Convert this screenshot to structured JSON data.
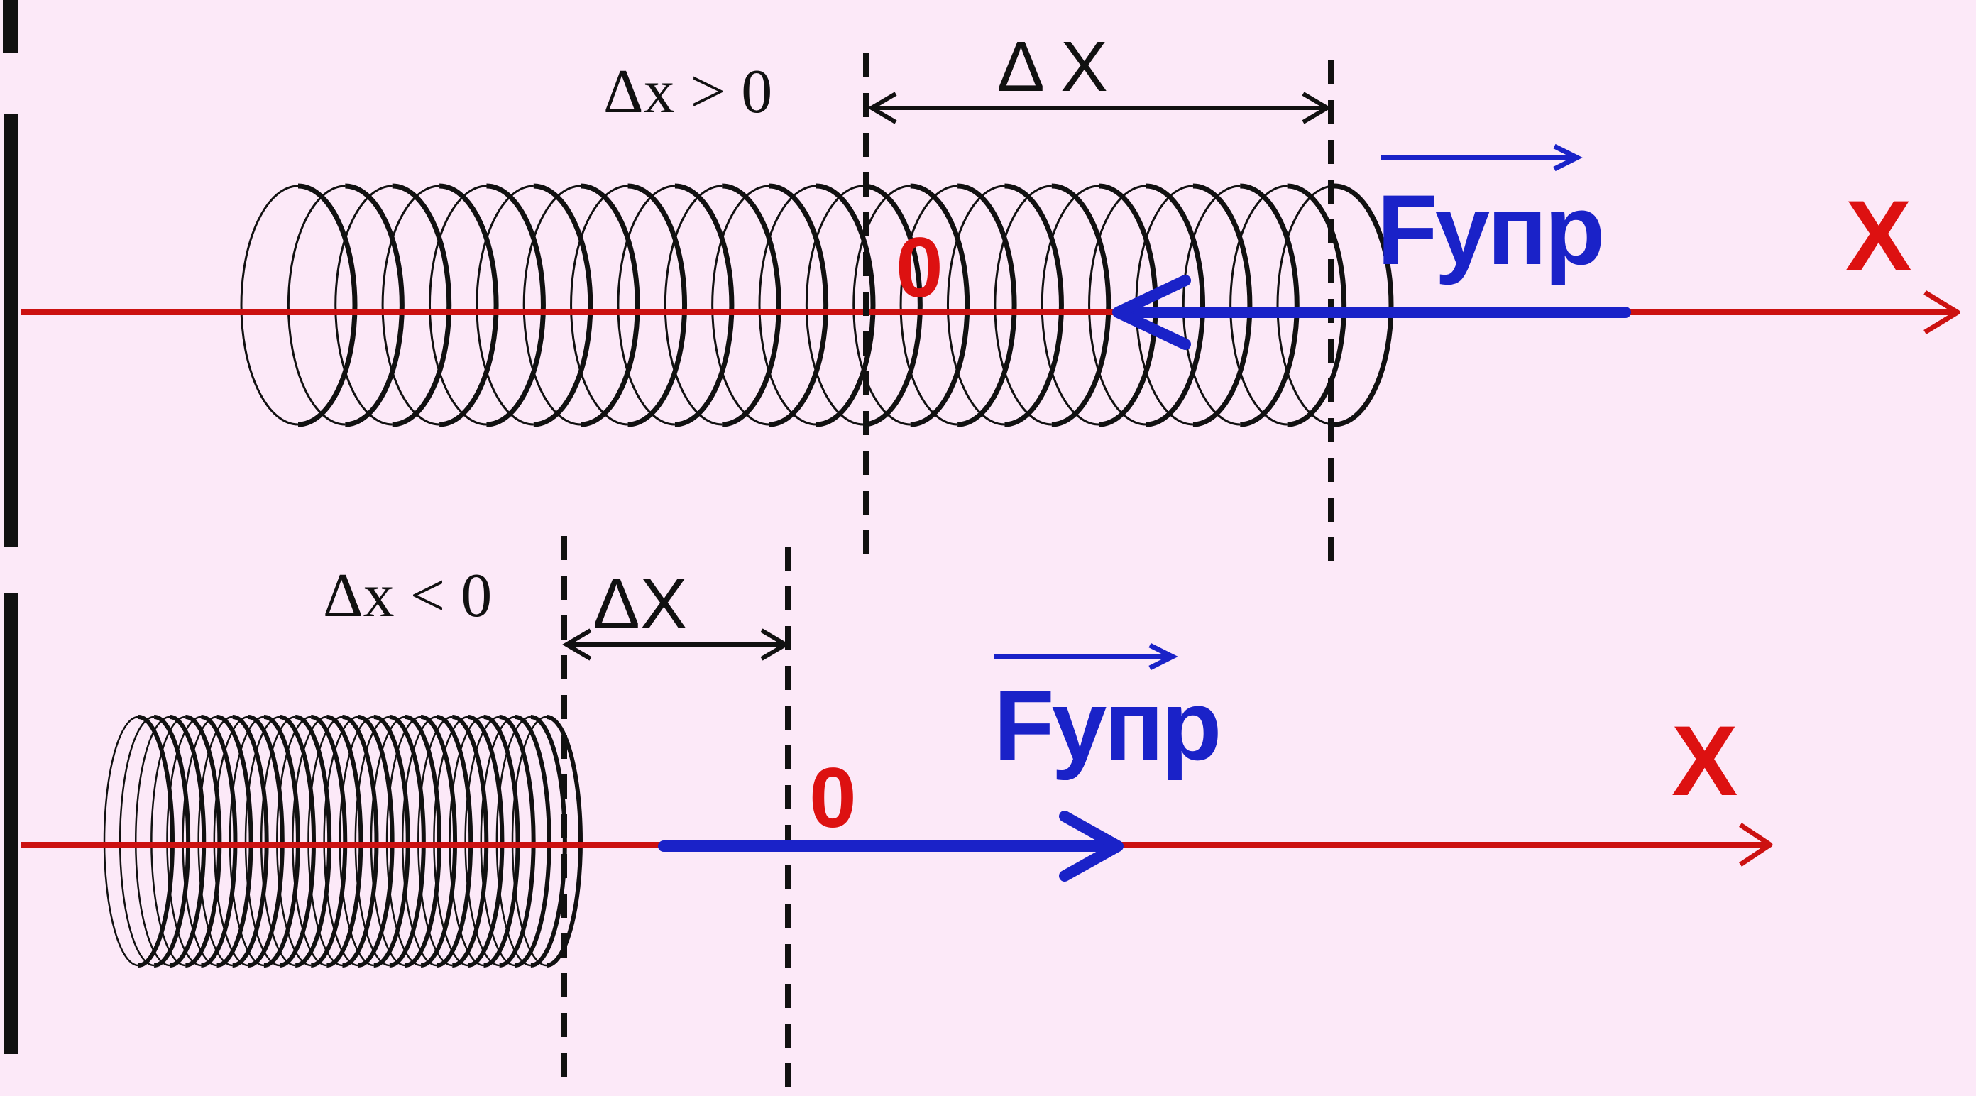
{
  "colors": {
    "background": "#fce9f8",
    "axis": "#cc1111",
    "force": "#1a22c8",
    "ink": "#111111"
  },
  "top": {
    "condition": "Δx > 0",
    "delta_label": "Δ X",
    "origin": "0",
    "force_label": "Fупр",
    "axis_label": "X"
  },
  "bottom": {
    "condition": "Δx < 0",
    "delta_label": "ΔX",
    "origin": "0",
    "force_label": "Fупр",
    "axis_label": "X"
  }
}
